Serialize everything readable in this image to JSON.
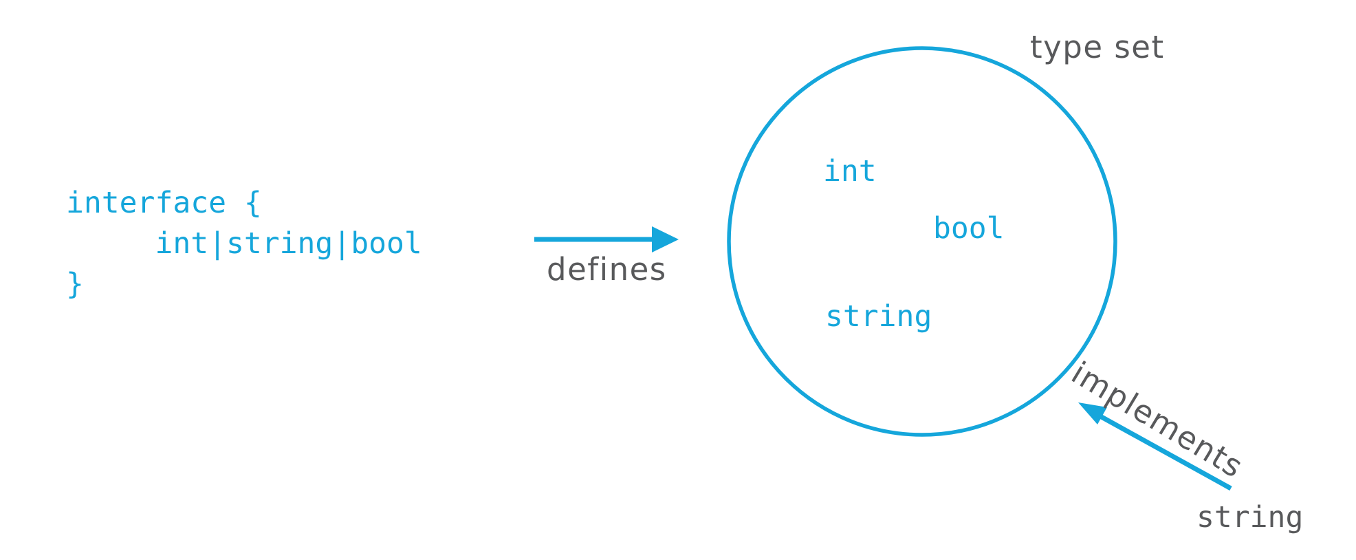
{
  "diagram": {
    "colors": {
      "accent_cyan": "#15a6db",
      "label_gray": "#58595b"
    },
    "code_block": {
      "text": "interface {\n     int|string|bool\n}"
    },
    "defines_arrow_label": "defines",
    "type_set": {
      "label": "type set",
      "member_int": "int",
      "member_bool": "bool",
      "member_string": "string"
    },
    "implements_arrow_label": "implements",
    "implementer_label": "string"
  }
}
